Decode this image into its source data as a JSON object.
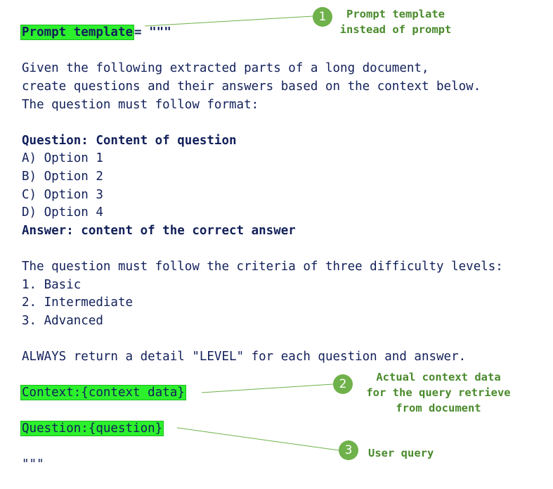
{
  "prompt": {
    "var_name": "Prompt template",
    "assign": "= \"\"\"",
    "intro_1": "Given the following extracted parts of a long document,",
    "intro_2": "create questions and their answers based on the context below.",
    "intro_3": "The question must follow format:",
    "format_question": "Question: Content of question",
    "option_a": "A) Option 1",
    "option_b": "B) Option 2",
    "option_c": "C) Option 3",
    "option_d": "D) Option 4",
    "format_answer": "Answer: content of the correct answer",
    "criteria": "The question must follow the criteria of three difficulty levels:",
    "level_1": "1. Basic",
    "level_2": "2. Intermediate",
    "level_3": "3. Advanced",
    "always": "ALWAYS return a detail \"LEVEL\" for each question and answer.",
    "context": "Context:{context data}",
    "question": "Question:{question}",
    "close": "\"\"\""
  },
  "annotations": [
    {
      "number": "1",
      "line_1": "Prompt template",
      "line_2": "instead of prompt",
      "line_3": ""
    },
    {
      "number": "2",
      "line_1": "Actual context data",
      "line_2": "for the query retrieve",
      "line_3": "from document"
    },
    {
      "number": "3",
      "line_1": "User query",
      "line_2": "",
      "line_3": ""
    }
  ],
  "colors": {
    "code_text": "#12205a",
    "highlight": "#2cf02c",
    "annotation_text": "#4a8a2c",
    "badge": "#6fb14a",
    "leader_line": "#6fb14a"
  }
}
